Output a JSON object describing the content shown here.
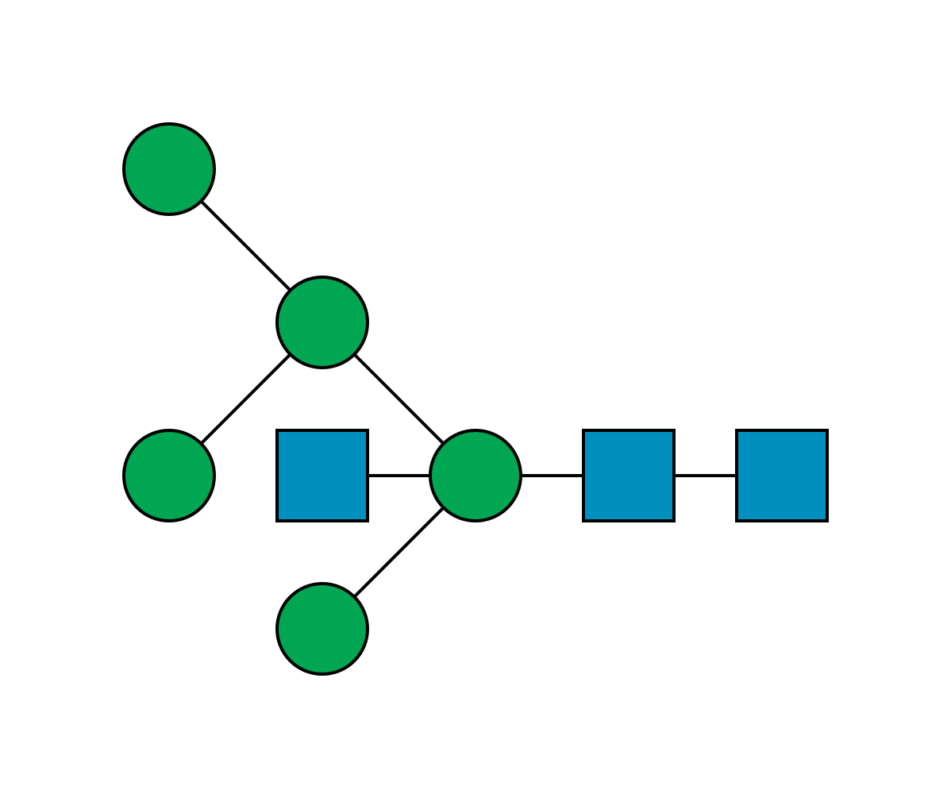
{
  "colors": {
    "background": "#ffffff",
    "circle_fill": "#00a651",
    "square_fill": "#0090bf",
    "stroke": "#000000"
  },
  "nodes": [
    {
      "id": "circle-top-left",
      "shape": "circle"
    },
    {
      "id": "circle-upper-branch",
      "shape": "circle"
    },
    {
      "id": "circle-mid-left",
      "shape": "circle"
    },
    {
      "id": "square-left",
      "shape": "square"
    },
    {
      "id": "circle-core",
      "shape": "circle"
    },
    {
      "id": "square-right-1",
      "shape": "square"
    },
    {
      "id": "square-right-2",
      "shape": "square"
    },
    {
      "id": "circle-bottom",
      "shape": "circle"
    }
  ],
  "edges": [
    [
      "circle-top-left",
      "circle-upper-branch"
    ],
    [
      "circle-mid-left",
      "circle-upper-branch"
    ],
    [
      "circle-upper-branch",
      "circle-core"
    ],
    [
      "square-left",
      "circle-core"
    ],
    [
      "circle-core",
      "square-right-1"
    ],
    [
      "square-right-1",
      "square-right-2"
    ],
    [
      "circle-bottom",
      "circle-core"
    ]
  ]
}
